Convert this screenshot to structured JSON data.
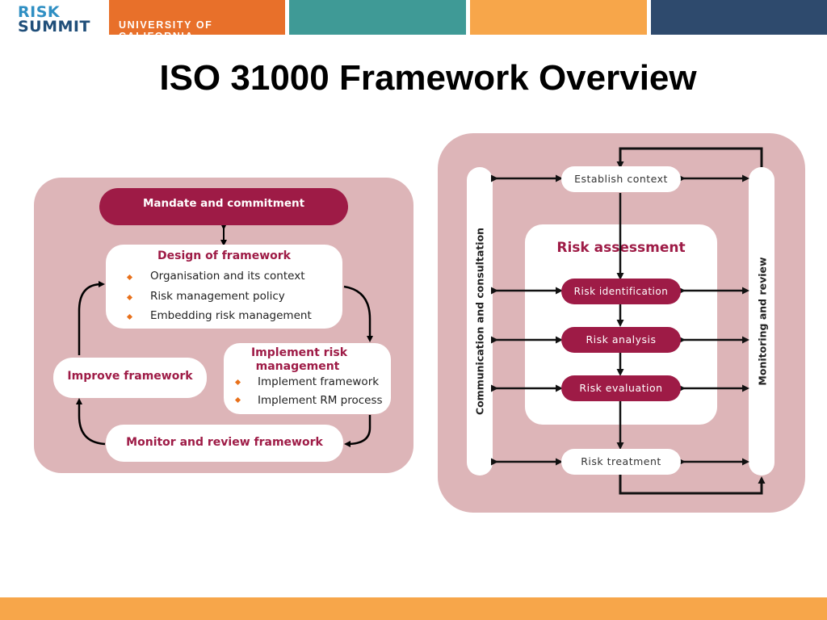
{
  "header": {
    "logo_line1": "RISK",
    "logo_line2": "SUMMIT",
    "band_text": "UNIVERSITY OF CALIFORNIA"
  },
  "colors": {
    "band_orange": "#e8702a",
    "band_teal": "#3f9a96",
    "band_yellow": "#f7a64a",
    "band_navy": "#2e4a6d",
    "footer": "#f7a64a",
    "panel_pink": "#ddb5b8",
    "maroon": "#9e1b46",
    "accent_orange": "#e8701a"
  },
  "title": "ISO 31000 Framework Overview",
  "framework": {
    "mandate": "Mandate and commitment",
    "design": {
      "title": "Design of framework",
      "items": [
        "Organisation and its context",
        "Risk management policy",
        "Embedding risk management"
      ]
    },
    "implement": {
      "title_line1": "Implement risk",
      "title_line2": "management",
      "items": [
        "Implement framework",
        "Implement RM process"
      ]
    },
    "improve": "Improve framework",
    "monitor": "Monitor and review framework"
  },
  "process": {
    "communication": "Communication and consultation",
    "monitoring": "Monitoring and review",
    "establish": "Establish context",
    "assessment_title": "Risk assessment",
    "identification": "Risk identification",
    "analysis": "Risk analysis",
    "evaluation": "Risk evaluation",
    "treatment": "Risk treatment"
  }
}
